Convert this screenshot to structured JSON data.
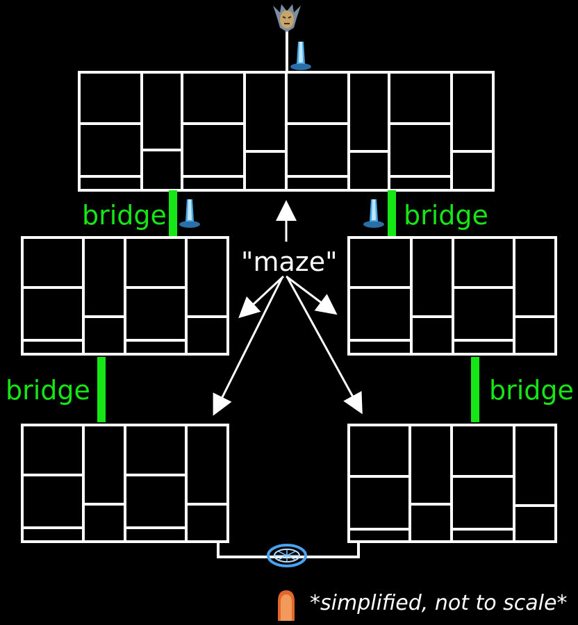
{
  "colors": {
    "background": "#000000",
    "line": "#ffffff",
    "bridge": "#16e516",
    "crystal": "#49a9e6",
    "waypoint": "#4aa3f0",
    "door": "#e2672a",
    "boss": "#c7a46a"
  },
  "labels": {
    "bridge": "bridge",
    "maze": "\"maze\"",
    "note": "*simplified, not to scale*"
  },
  "icons": {
    "boss": "boss-portrait-icon",
    "crystal": "crystal-pylon-icon",
    "waypoint": "waypoint-portal-icon",
    "door": "door-icon"
  },
  "maze_sections": [
    "top",
    "middle-left",
    "middle-right",
    "bottom-left",
    "bottom-right"
  ],
  "bridge_count": 4
}
